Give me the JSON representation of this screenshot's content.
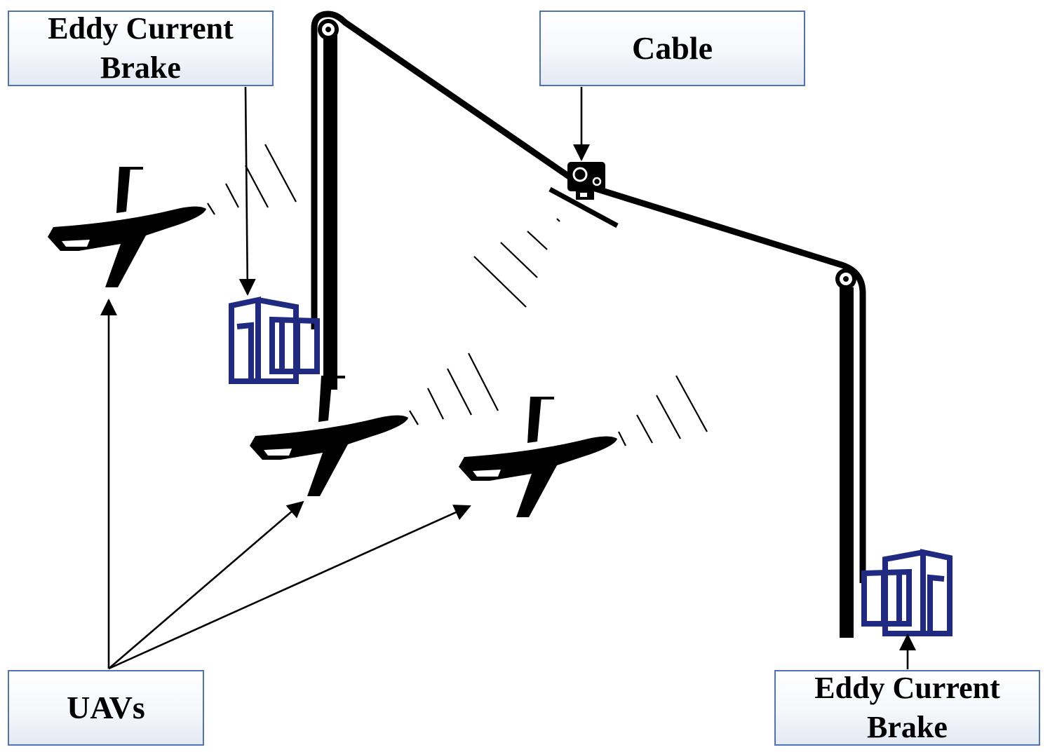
{
  "labels": {
    "brake_top": {
      "line1": "Eddy Current",
      "line2": "Brake"
    },
    "cable": "Cable",
    "uavs": "UAVs",
    "brake_bottom": {
      "line1": "Eddy Current",
      "line2": "Brake"
    }
  },
  "colors": {
    "box_border": "#4f72b8",
    "brake_blue": "#1f2a80",
    "ink": "#000000"
  },
  "icons": {
    "uav": "airplane-icon",
    "brake": "eddy-current-brake-icon",
    "camera": "camera-icon",
    "pulley": "pulley-icon"
  }
}
